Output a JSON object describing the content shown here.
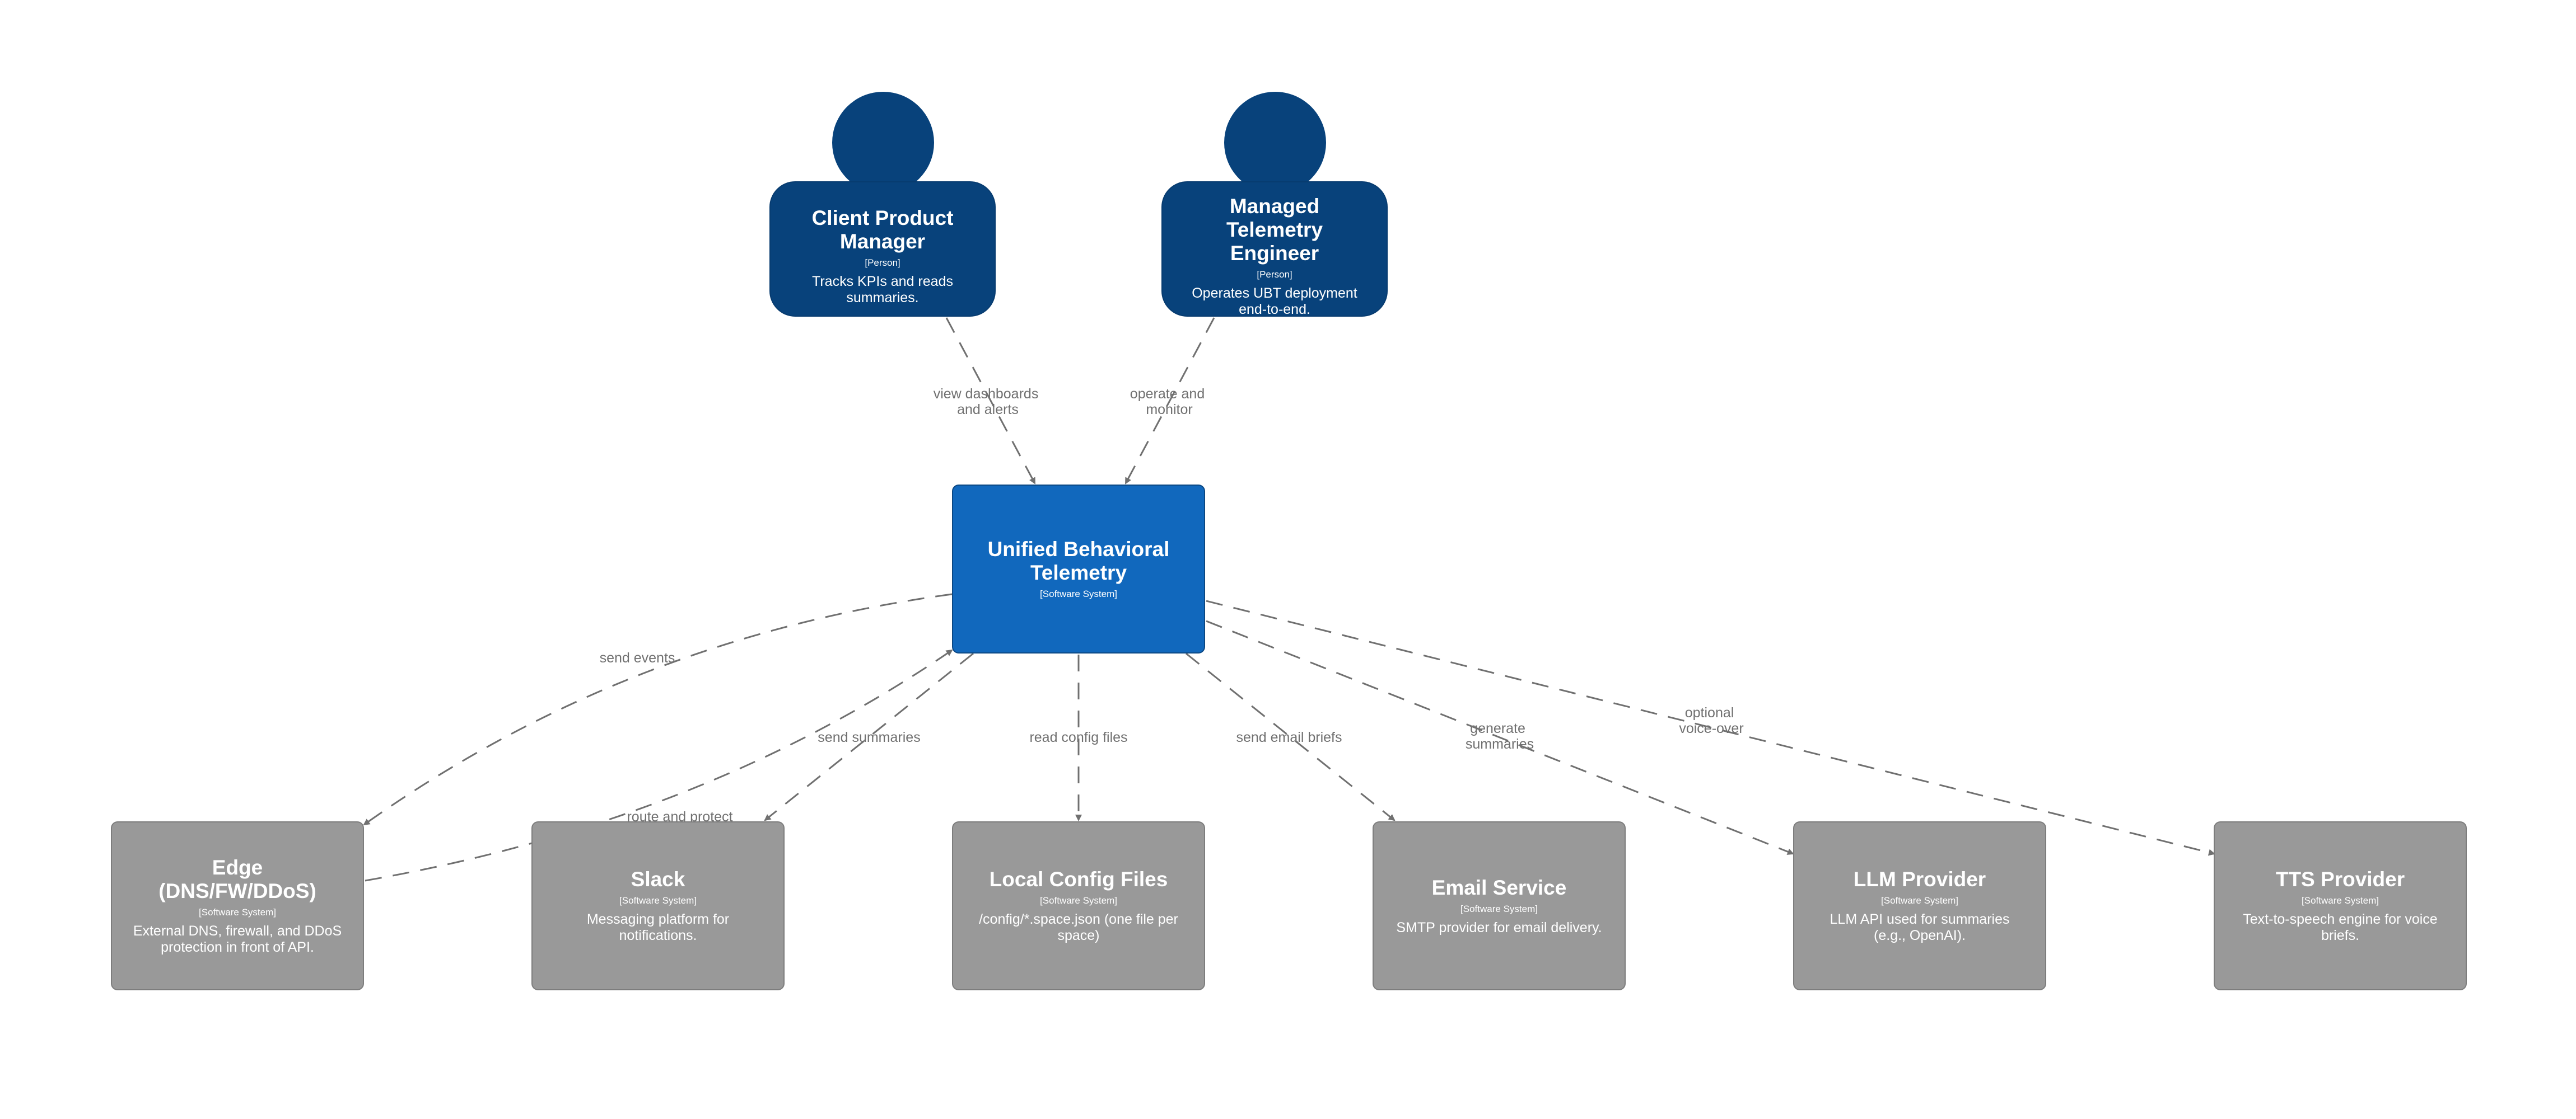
{
  "people": [
    {
      "id": "client-product-manager",
      "title": "Client Product Manager",
      "kind": "[Person]",
      "description": "Tracks KPIs and reads summaries."
    },
    {
      "id": "managed-telemetry-engineer",
      "title": "Managed Telemetry Engineer",
      "kind": "[Person]",
      "description": "Operates UBT deployment end-to-end."
    }
  ],
  "core_system": {
    "title": "Unified Behavioral Telemetry",
    "kind": "[Software System]"
  },
  "external_systems": [
    {
      "id": "edge",
      "title": "Edge (DNS/FW/DDoS)",
      "kind": "[Software System]",
      "description": "External DNS, firewall, and DDoS protection in front of API."
    },
    {
      "id": "slack",
      "title": "Slack",
      "kind": "[Software System]",
      "description": "Messaging platform for notifications."
    },
    {
      "id": "local-config",
      "title": "Local Config Files",
      "kind": "[Software System]",
      "description": "/config/*.space.json (one file per space)"
    },
    {
      "id": "email-service",
      "title": "Email Service",
      "kind": "[Software System]",
      "description": "SMTP provider for email delivery."
    },
    {
      "id": "llm-provider",
      "title": "LLM Provider",
      "kind": "[Software System]",
      "description": "LLM API used for summaries (e.g., OpenAI)."
    },
    {
      "id": "tts-provider",
      "title": "TTS Provider",
      "kind": "[Software System]",
      "description": "Text-to-speech engine for voice briefs."
    }
  ],
  "relationships": [
    {
      "from": "client-product-manager",
      "to": "unified-behavioral-telemetry",
      "label": [
        "view dashboards",
        "and alerts"
      ]
    },
    {
      "from": "managed-telemetry-engineer",
      "to": "unified-behavioral-telemetry",
      "label": [
        "operate and",
        "monitor"
      ]
    },
    {
      "from": "unified-behavioral-telemetry",
      "to": "edge",
      "label": [
        "send events"
      ]
    },
    {
      "from": "edge",
      "to": "unified-behavioral-telemetry",
      "label": [
        "route and protect"
      ]
    },
    {
      "from": "unified-behavioral-telemetry",
      "to": "slack",
      "label": [
        "send summaries"
      ]
    },
    {
      "from": "unified-behavioral-telemetry",
      "to": "local-config",
      "label": [
        "read config files"
      ]
    },
    {
      "from": "unified-behavioral-telemetry",
      "to": "email-service",
      "label": [
        "send email briefs"
      ]
    },
    {
      "from": "unified-behavioral-telemetry",
      "to": "llm-provider",
      "label": [
        "generate",
        "summaries"
      ]
    },
    {
      "from": "unified-behavioral-telemetry",
      "to": "tts-provider",
      "label": [
        "optional",
        "voice-over"
      ]
    }
  ],
  "colors": {
    "person": "#08427b",
    "core_system": "#1168bd",
    "external_system": "#999999",
    "edge_line": "#707070"
  }
}
